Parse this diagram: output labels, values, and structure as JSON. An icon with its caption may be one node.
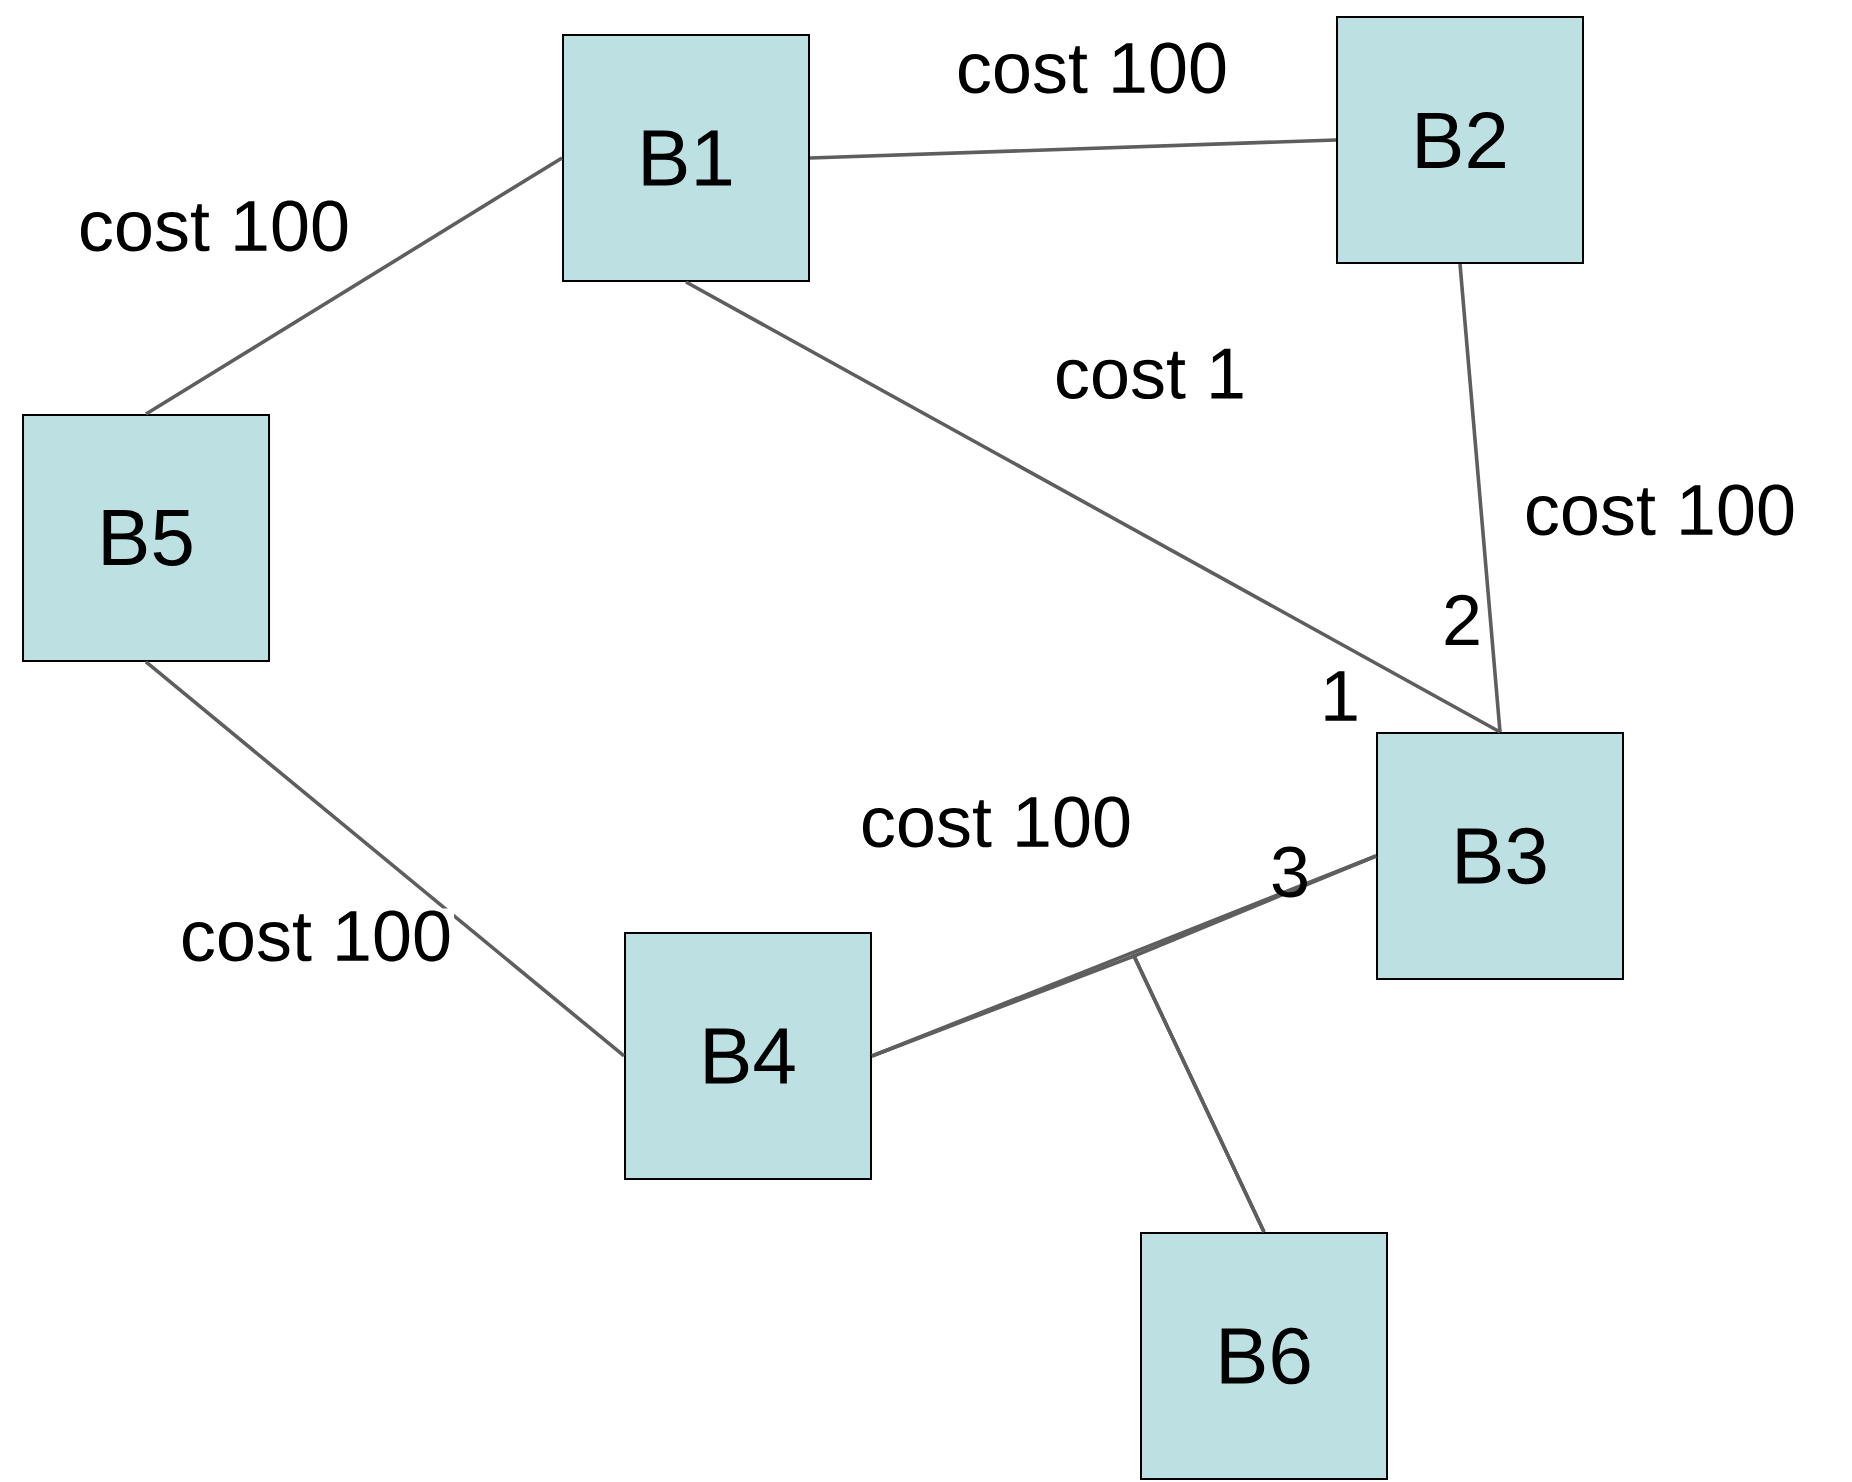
{
  "diagram": {
    "nodes": [
      {
        "text": [
          "B1"
        ]
      },
      {
        "text": [
          "B2"
        ]
      },
      {
        "text": [
          "B5"
        ]
      },
      {
        "text": [
          "B3"
        ]
      },
      {
        "text": [
          "B4"
        ]
      },
      {
        "text": [
          "B6"
        ]
      }
    ],
    "edges": [
      {
        "from": 0,
        "to": 1,
        "arrow": "none",
        "label": "cost 100"
      },
      {
        "from": 0,
        "to": 2,
        "arrow": "none",
        "label": "cost 100"
      },
      {
        "from": 0,
        "to": 3,
        "arrow": "none",
        "label": "cost 1"
      },
      {
        "from": 1,
        "to": 3,
        "arrow": "none",
        "label": "cost 100"
      },
      {
        "from": 2,
        "to": 4,
        "arrow": "none",
        "label": "cost 100"
      },
      {
        "from": 4,
        "to": 3,
        "arrow": "none",
        "label": "cost 100"
      },
      {
        "from": 5,
        "to": 4,
        "arrow": "none"
      },
      {
        "from": 5,
        "to": 3,
        "arrow": "none"
      }
    ],
    "labels": [
      "2",
      "1",
      "3"
    ]
  }
}
